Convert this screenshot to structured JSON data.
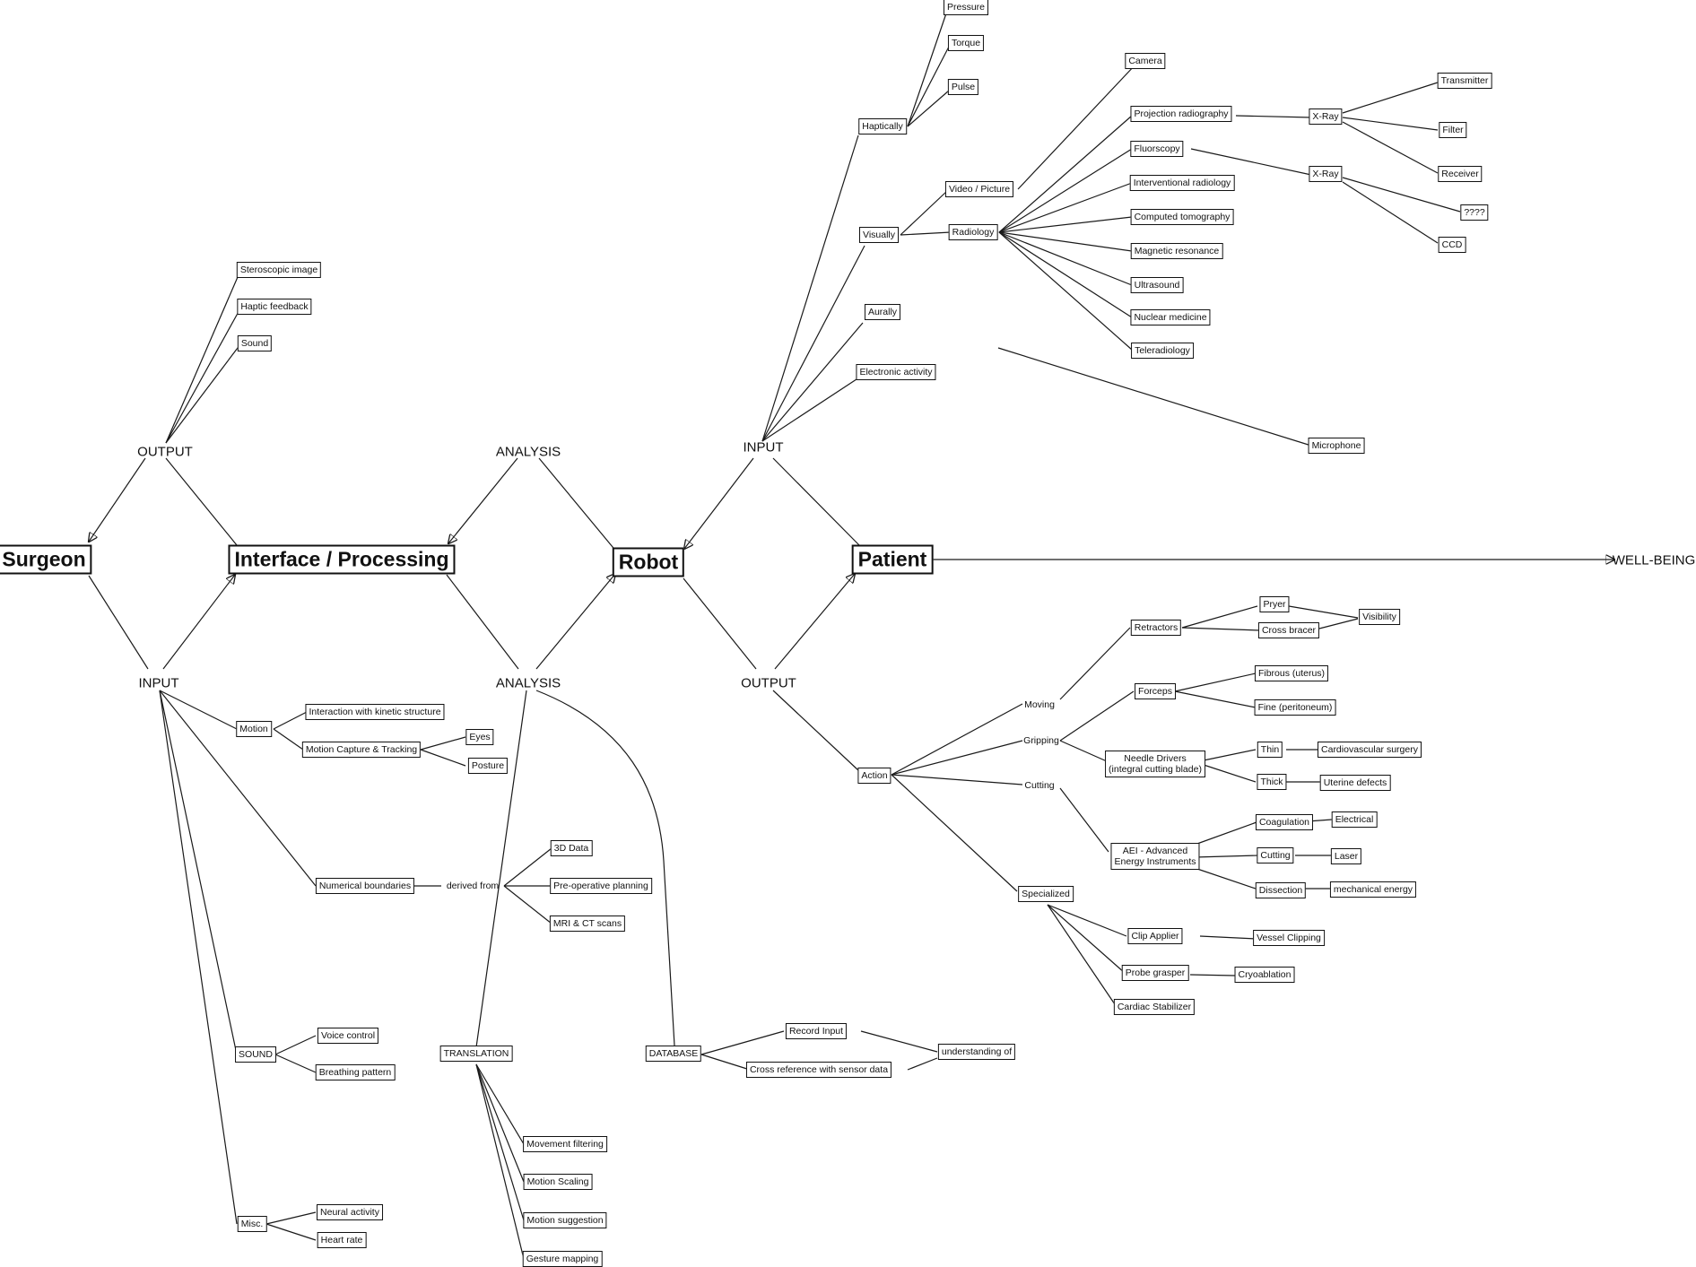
{
  "diagram": {
    "main": {
      "surgeon": "Surgeon",
      "interface": "Interface / Processing",
      "robot": "Robot",
      "patient": "Patient",
      "wellbeing": "WELL-BEING"
    },
    "labels": {
      "output_left": "OUTPUT",
      "input_left": "INPUT",
      "analysis_top": "ANALYSIS",
      "analysis_bottom": "ANALYSIS",
      "input_right": "INPUT",
      "output_right": "OUTPUT",
      "derived_from": "derived from",
      "moving": "Moving",
      "gripping": "Gripping",
      "cutting": "Cutting"
    },
    "surgeon_output": {
      "stereoscopic": "Steroscopic image",
      "haptic_feedback": "Haptic feedback",
      "sound": "Sound"
    },
    "surgeon_input": {
      "motion": "Motion",
      "kinetic": "Interaction with kinetic structure",
      "capture": "Motion Capture & Tracking",
      "eyes": "Eyes",
      "posture": "Posture",
      "numerical": "Numerical boundaries",
      "data3d": "3D Data",
      "preop": "Pre-operative planning",
      "mri": "MRI & CT scans",
      "sound": "SOUND",
      "voice": "Voice control",
      "breathing": "Breathing pattern",
      "misc": "Misc.",
      "neural": "Neural activity",
      "heart": "Heart rate"
    },
    "analysis": {
      "translation": "TRANSLATION",
      "filtering": "Movement filtering",
      "scaling": "Motion Scaling",
      "suggestion": "Motion suggestion",
      "gesture": "Gesture mapping",
      "database": "DATABASE",
      "record": "Record Input",
      "crossref": "Cross reference with sensor data",
      "understanding": "understanding of"
    },
    "robot_input": {
      "haptically": "Haptically",
      "pressure": "Pressure",
      "torque": "Torque",
      "pulse": "Pulse",
      "visually": "Visually",
      "video": "Video / Picture",
      "camera": "Camera",
      "radiology": "Radiology",
      "projection": "Projection radiography",
      "fluoroscopy": "Fluorscopy",
      "interventional": "Interventional radiology",
      "computed": "Computed tomography",
      "magnetic": "Magnetic resonance",
      "ultrasound": "Ultrasound",
      "nuclear": "Nuclear medicine",
      "teleradiology": "Teleradiology",
      "xray1": "X-Ray",
      "xray2": "X-Ray",
      "transmitter": "Transmitter",
      "filter": "Filter",
      "receiver": "Receiver",
      "unknown": "????",
      "ccd": "CCD",
      "aurally": "Aurally",
      "microphone": "Microphone",
      "electronic": "Electronic activity"
    },
    "robot_output": {
      "action": "Action",
      "retractors": "Retractors",
      "pryer": "Pryer",
      "crossbracer": "Cross bracer",
      "visibility": "Visibility",
      "forceps": "Forceps",
      "fibrous": "Fibrous (uterus)",
      "fine": "Fine (peritoneum)",
      "needle_line1": "Needle Drivers",
      "needle_line2": "(integral cutting blade)",
      "thin": "Thin",
      "cardio": "Cardiovascular surgery",
      "thick": "Thick",
      "uterine": "Uterine defects",
      "aei_line1": "AEI - Advanced",
      "aei_line2": "Energy Instruments",
      "coagulation": "Coagulation",
      "electrical": "Electrical",
      "cutting_box": "Cutting",
      "laser": "Laser",
      "dissection": "Dissection",
      "mechanical": "mechanical energy",
      "specialized": "Specialized",
      "clip": "Clip Applier",
      "vessel": "Vessel Clipping",
      "probe": "Probe grasper",
      "cryo": "Cryoablation",
      "cardiac": "Cardiac Stabilizer"
    }
  }
}
